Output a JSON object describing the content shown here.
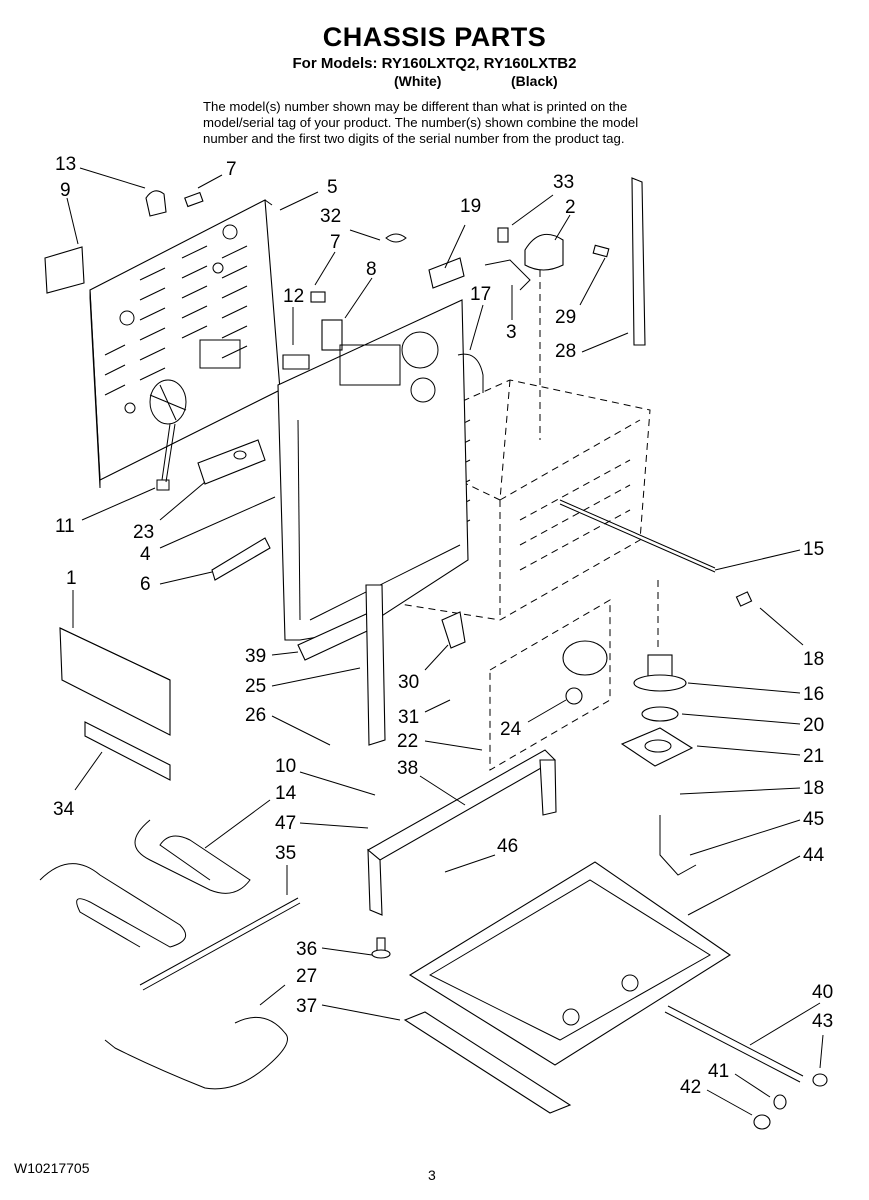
{
  "header": {
    "title": "CHASSIS PARTS",
    "models_line": "For Models: RY160LXTQ2, RY160LXTB2",
    "variant_white": "(White)",
    "variant_black": "(Black)",
    "note_lines": [
      "The model(s) number shown may be different than what is printed on the",
      "model/serial tag of your product. The number(s) shown combine the model",
      "number and the first two digits of the serial number from the product tag."
    ]
  },
  "callouts": {
    "c1": "1",
    "c2": "2",
    "c3": "3",
    "c4": "4",
    "c5": "5",
    "c6": "6",
    "c7a": "7",
    "c7b": "7",
    "c8": "8",
    "c9": "9",
    "c10": "10",
    "c11": "11",
    "c12": "12",
    "c13": "13",
    "c14": "14",
    "c15": "15",
    "c16": "16",
    "c17": "17",
    "c18a": "18",
    "c18b": "18",
    "c19": "19",
    "c20": "20",
    "c21": "21",
    "c22": "22",
    "c23": "23",
    "c24": "24",
    "c25": "25",
    "c26": "26",
    "c27": "27",
    "c28": "28",
    "c29": "29",
    "c30": "30",
    "c31": "31",
    "c32": "32",
    "c33": "33",
    "c34": "34",
    "c35": "35",
    "c36": "36",
    "c37": "37",
    "c38": "38",
    "c39": "39",
    "c40": "40",
    "c41": "41",
    "c42": "42",
    "c43": "43",
    "c44": "44",
    "c45": "45",
    "c46": "46",
    "c47": "47"
  },
  "footer": {
    "doc_number": "W10217705",
    "page_number": "3"
  }
}
